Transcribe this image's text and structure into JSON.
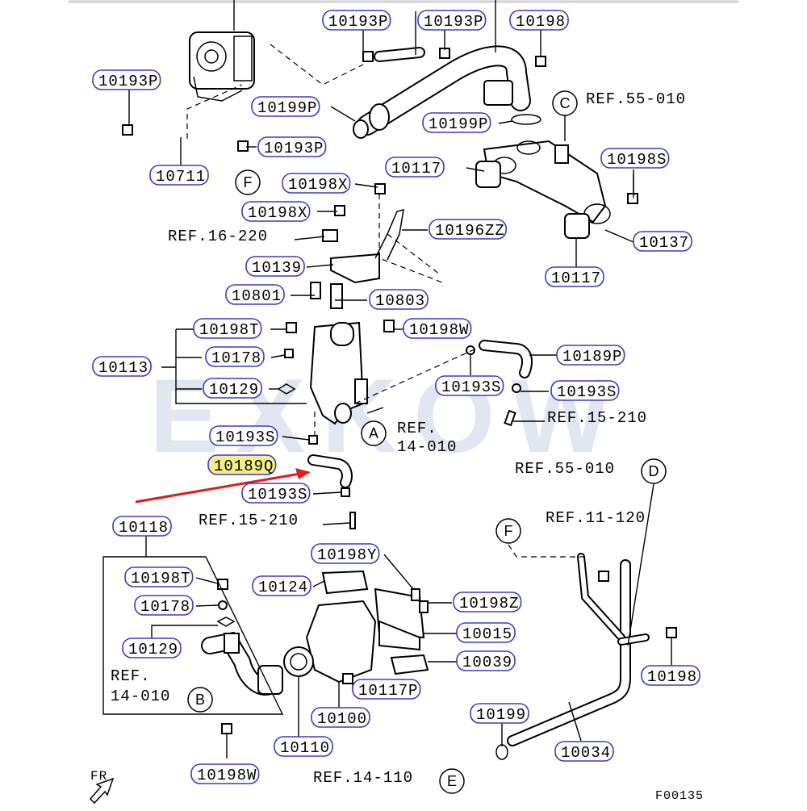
{
  "watermark": "EXKOW",
  "footer": {
    "code": "F00135",
    "direction": "FR"
  },
  "highlight_arrow_color": "#e01c1c",
  "highlight_fill": "#f6ee8a",
  "part_labels": [
    "10193P",
    "10193P",
    "10198",
    "10193P",
    "10199P",
    "10199P",
    "10193P",
    "10711",
    "10117",
    "10198S",
    "10198X",
    "10198X",
    "10196ZZ",
    "10137",
    "10139",
    "10117",
    "10801",
    "10803",
    "10198T",
    "10198W",
    "10178",
    "10113",
    "10189P",
    "10129",
    "10193S",
    "10193S",
    "10193S",
    "10189Q",
    "10193S",
    "10118",
    "10198Y",
    "10198T",
    "10124",
    "10198Z",
    "10178",
    "10015",
    "10129",
    "10039",
    "10117P",
    "10198",
    "10100",
    "10199",
    "10110",
    "10034",
    "10198W"
  ],
  "ref_labels": [
    "REF.55-010",
    "REF.16-220",
    "REF.",
    "14-010",
    "REF.15-210",
    "REF.55-010",
    "REF.15-210",
    "REF.11-120",
    "REF.",
    "14-010",
    "REF.14-110"
  ],
  "circle_labels": [
    "C",
    "F",
    "A",
    "D",
    "F",
    "B",
    "E"
  ]
}
